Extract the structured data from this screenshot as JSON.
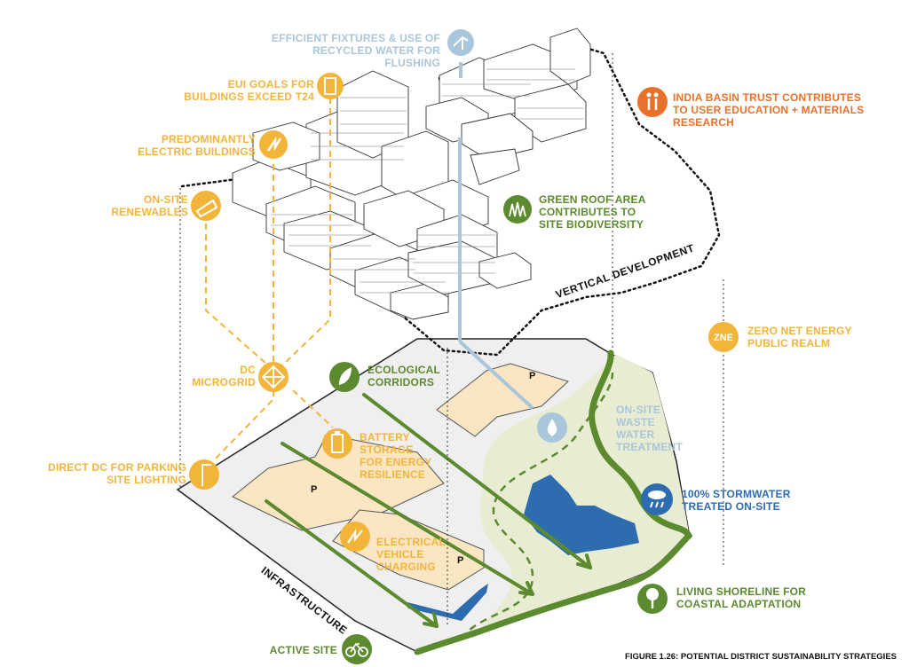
{
  "labels": {
    "efficient_fixtures": "EFFICIENT FIXTURES & USE OF\nRECYCLED WATER FOR FLUSHING",
    "eui_goals": "EUI GOALS FOR\nBUILDINGS EXCEED T24",
    "electric_buildings": "PREDOMINANTLY\nELECTRIC BUILDINGS",
    "onsite_renewables": "ON-SITE\nRENEWABLES",
    "india_basin": "INDIA BASIN TRUST CONTRIBUTES\nTO USER EDUCATION + MATERIALS\nRESEARCH",
    "green_roof": "GREEN ROOF AREA\nCONTRIBUTES TO\nSITE BIODIVERSITY",
    "vertical_development": "VERTICAL DEVELOPMENT",
    "zne_public_realm": "ZERO NET ENERGY\nPUBLIC REALM",
    "zne_badge": "ZNE",
    "dc_microgrid": "DC\nMICROGRID",
    "ecological_corridors": "ECOLOGICAL\nCORRIDORS",
    "waste_water": "ON-SITE\nWASTE\nWATER\nTREATMENT",
    "battery_storage": "BATTERY\nSTORAGE\nFOR ENERGY\nRESILIENCE",
    "direct_dc": "DIRECT DC FOR PARKING\nSITE LIGHTING",
    "stormwater": "100% STORMWATER\nTREATED ON-SITE",
    "ev_charging": "ELECTRICAL\nVEHICLE\nCHARGING",
    "infrastructure": "INFRASTRUCTURE",
    "living_shoreline": "LIVING SHORELINE FOR\nCOASTAL ADAPTATION",
    "active_site": "ACTIVE SITE",
    "parking": "P",
    "figure_caption": "FIGURE 1.26: POTENTIAL DISTRICT SUSTAINABILITY STRATEGIES"
  },
  "colors": {
    "energy": "#f2b53a",
    "ecology": "#5b8a2f",
    "stormwater": "#2e6cb0",
    "water": "#a9c6db",
    "education": "#e8722c",
    "parking_fill": "#fbe6c4",
    "ground_fill": "#efefef",
    "green_fill": "#e7ecd2"
  },
  "icons": {
    "water": "water-faucet-icon",
    "eui": "building-meter-icon",
    "electric": "lightning-icon",
    "renewables": "solar-panel-icon",
    "education": "people-icon",
    "green_roof": "grass-icon",
    "zne": "zne-icon",
    "microgrid": "grid-node-icon",
    "ecological": "leaf-icon",
    "wastewater": "water-drop-icon",
    "battery": "battery-icon",
    "lighting": "street-light-icon",
    "stormwater": "rain-cloud-icon",
    "ev": "ev-charge-icon",
    "shoreline": "tree-icon",
    "active": "bicycle-icon"
  }
}
